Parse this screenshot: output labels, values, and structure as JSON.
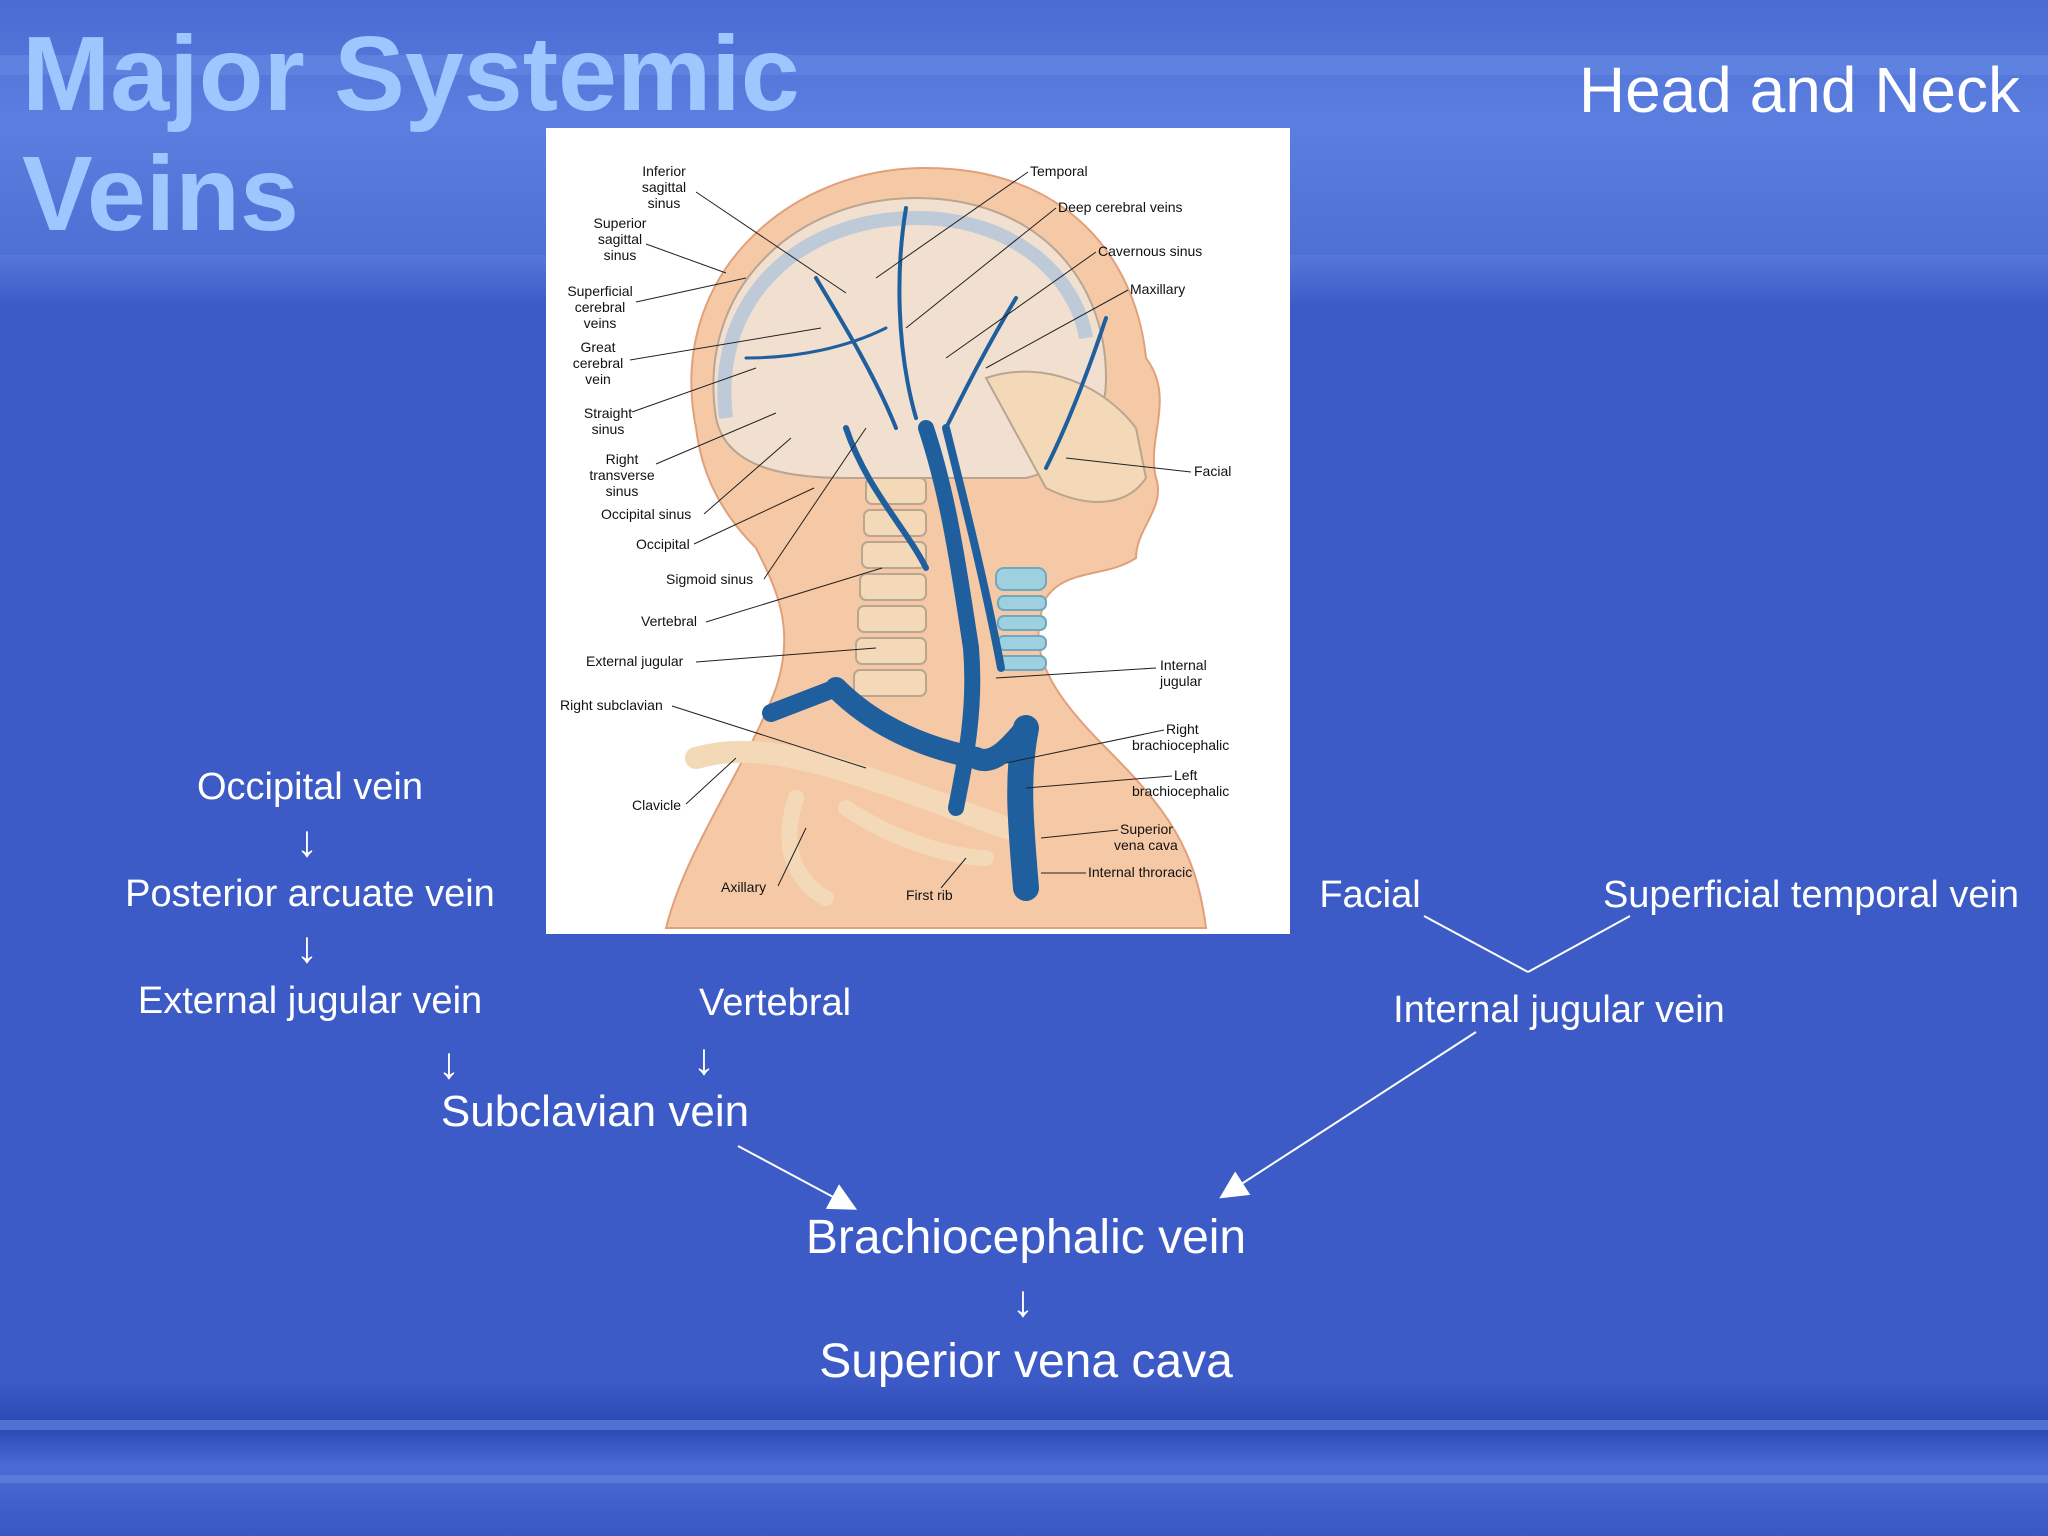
{
  "slide": {
    "title_line1": "Major Systemic",
    "title_line2": "Veins",
    "subtitle": "Head and Neck"
  },
  "figure": {
    "labels": {
      "inferior_sagittal_sinus": [
        "Inferior",
        "sagittal",
        "sinus"
      ],
      "superior_sagittal_sinus": [
        "Superior",
        "sagittal",
        "sinus"
      ],
      "superficial_cerebral_veins": [
        "Superficial",
        "cerebral",
        "veins"
      ],
      "great_cerebral_vein": [
        "Great",
        "cerebral",
        "vein"
      ],
      "straight_sinus": [
        "Straight",
        "sinus"
      ],
      "right_transverse_sinus": [
        "Right",
        "transverse",
        "sinus"
      ],
      "occipital_sinus": "Occipital sinus",
      "occipital": "Occipital",
      "sigmoid_sinus": "Sigmoid sinus",
      "vertebral": "Vertebral",
      "external_jugular": "External jugular",
      "right_subclavian": "Right subclavian",
      "clavicle": "Clavicle",
      "axillary": "Axillary",
      "first_rib": "First rib",
      "temporal": "Temporal",
      "deep_cerebral_veins": "Deep cerebral veins",
      "cavernous_sinus": "Cavernous sinus",
      "maxillary": "Maxillary",
      "facial": "Facial",
      "internal_jugular": [
        "Internal",
        "jugular"
      ],
      "right_brachiocephalic": [
        "Right",
        "brachiocephalic"
      ],
      "left_brachiocephalic": [
        "Left",
        "brachiocephalic"
      ],
      "superior_vena_cava": [
        "Superior",
        "vena cava"
      ],
      "internal_thoracic": "Internal throracic"
    }
  },
  "flow": {
    "occipital_vein": "Occipital vein",
    "posterior_arcuate_vein": "Posterior arcuate vein",
    "external_jugular_vein": "External jugular vein",
    "vertebral": "Vertebral",
    "subclavian_vein": "Subclavian vein",
    "facial": "Facial",
    "superficial_temporal_vein": "Superficial temporal vein",
    "internal_jugular_vein": "Internal jugular vein",
    "brachiocephalic_vein": "Brachiocephalic vein",
    "superior_vena_cava": "Superior vena cava",
    "arrow_glyph": "↓"
  },
  "colors": {
    "background": "#3d5bc6",
    "title": "#9ec6ff",
    "text": "#ffffff",
    "vein": "#1f5f9e",
    "skin": "#f6c9a6",
    "bone": "#f3d9b8"
  }
}
